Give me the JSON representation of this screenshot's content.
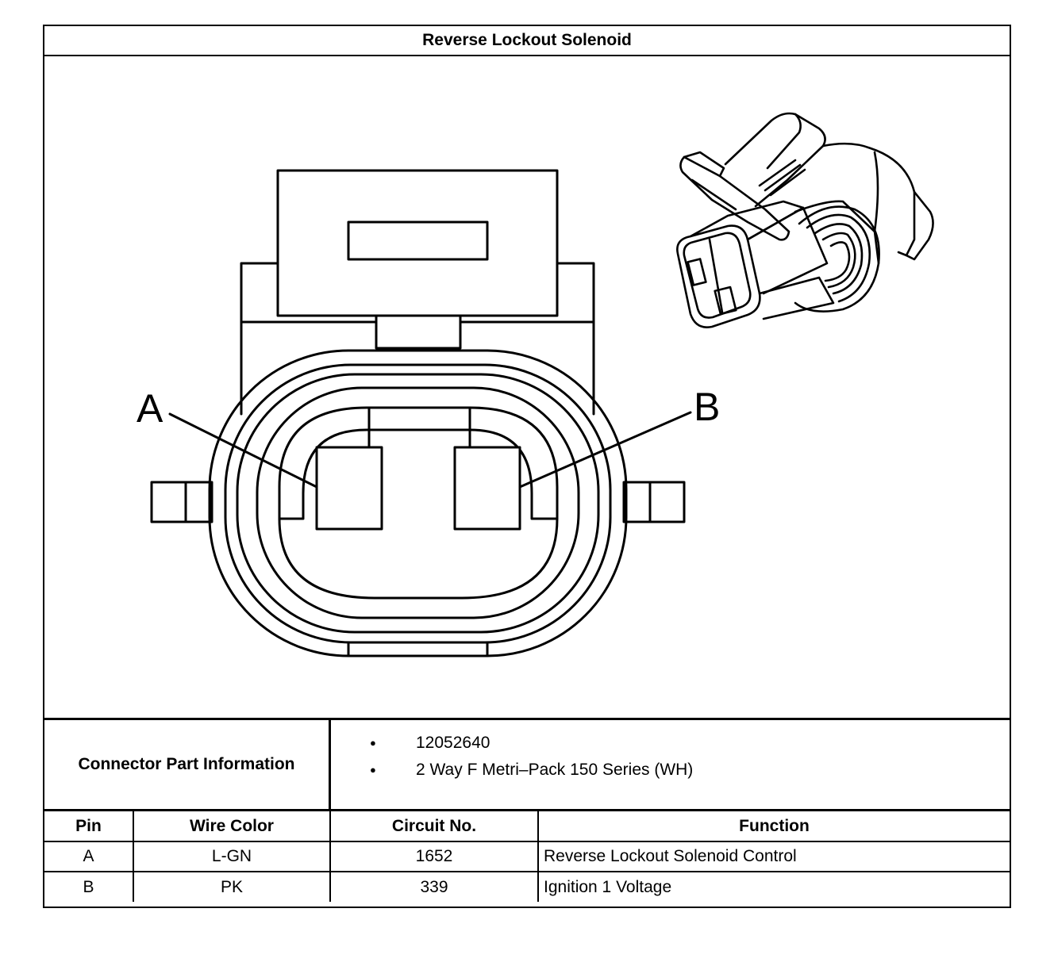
{
  "title": "Reverse Lockout Solenoid",
  "diagram": {
    "pin_labels": [
      "A",
      "B"
    ]
  },
  "connector_info": {
    "label": "Connector Part Information",
    "items": [
      "12052640",
      "2 Way F Metri–Pack 150 Series (WH)"
    ]
  },
  "pin_table": {
    "headers": [
      "Pin",
      "Wire Color",
      "Circuit No.",
      "Function"
    ],
    "rows": [
      [
        "A",
        "L-GN",
        "1652",
        "Reverse Lockout Solenoid Control"
      ],
      [
        "B",
        "PK",
        "339",
        "Ignition 1 Voltage"
      ]
    ]
  }
}
